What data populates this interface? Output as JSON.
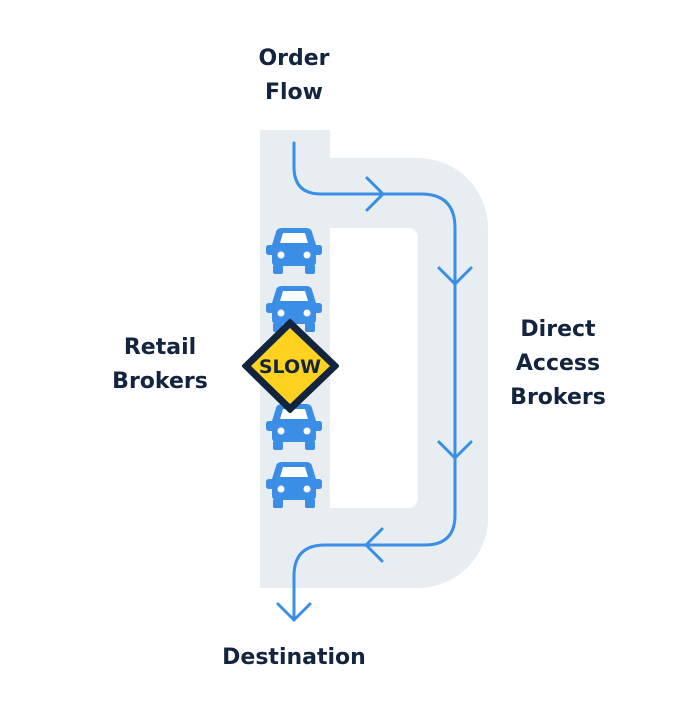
{
  "labels": {
    "order_flow": [
      "Order",
      "Flow"
    ],
    "retail_brokers": [
      "Retail",
      "Brokers"
    ],
    "direct_access_brokers": [
      "Direct",
      "Access",
      "Brokers"
    ],
    "destination": "Destination"
  },
  "sign": {
    "text": "SLOW"
  },
  "colors": {
    "track": "#e8edf2",
    "flow_line": "#3a8ee6",
    "car": "#3a8ee6",
    "sign_fill": "#ffd21f",
    "sign_border": "#13243f",
    "text": "#13243f"
  },
  "icons": {
    "car": "car-icon",
    "sign": "slow-sign-icon",
    "arrow": "chevron-arrow-icon"
  },
  "retail_lane_car_count": 4
}
